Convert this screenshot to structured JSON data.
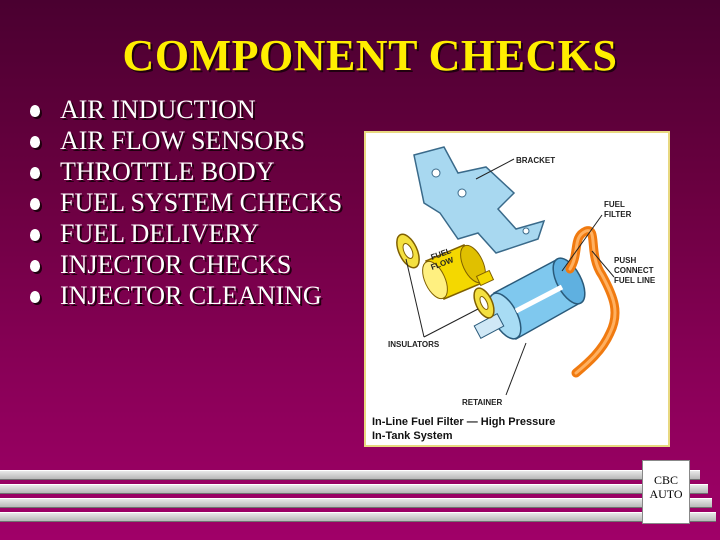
{
  "slide": {
    "title": "COMPONENT CHECKS",
    "bullets": [
      "AIR INDUCTION",
      "AIR FLOW SENSORS",
      "THROTTLE BODY",
      "FUEL SYSTEM CHECKS",
      "FUEL DELIVERY",
      "INJECTOR CHECKS",
      "INJECTOR CLEANING"
    ]
  },
  "figure": {
    "labels": {
      "bracket": "BRACKET",
      "fuel_filter": "FUEL FILTER",
      "fuel_flow": "FUEL FLOW",
      "push_connect": "PUSH CONNECT FUEL LINE",
      "insulators": "INSULATORS",
      "retainer": "RETAINER"
    },
    "caption_line1": "In-Line Fuel Filter — High Pressure",
    "caption_line2": "In-Tank System"
  },
  "footer": {
    "logo_line1": "CBC",
    "logo_line2": "AUTO"
  },
  "colors": {
    "title": "#ffee00",
    "text": "#ffffff",
    "background": "#8a0058"
  }
}
